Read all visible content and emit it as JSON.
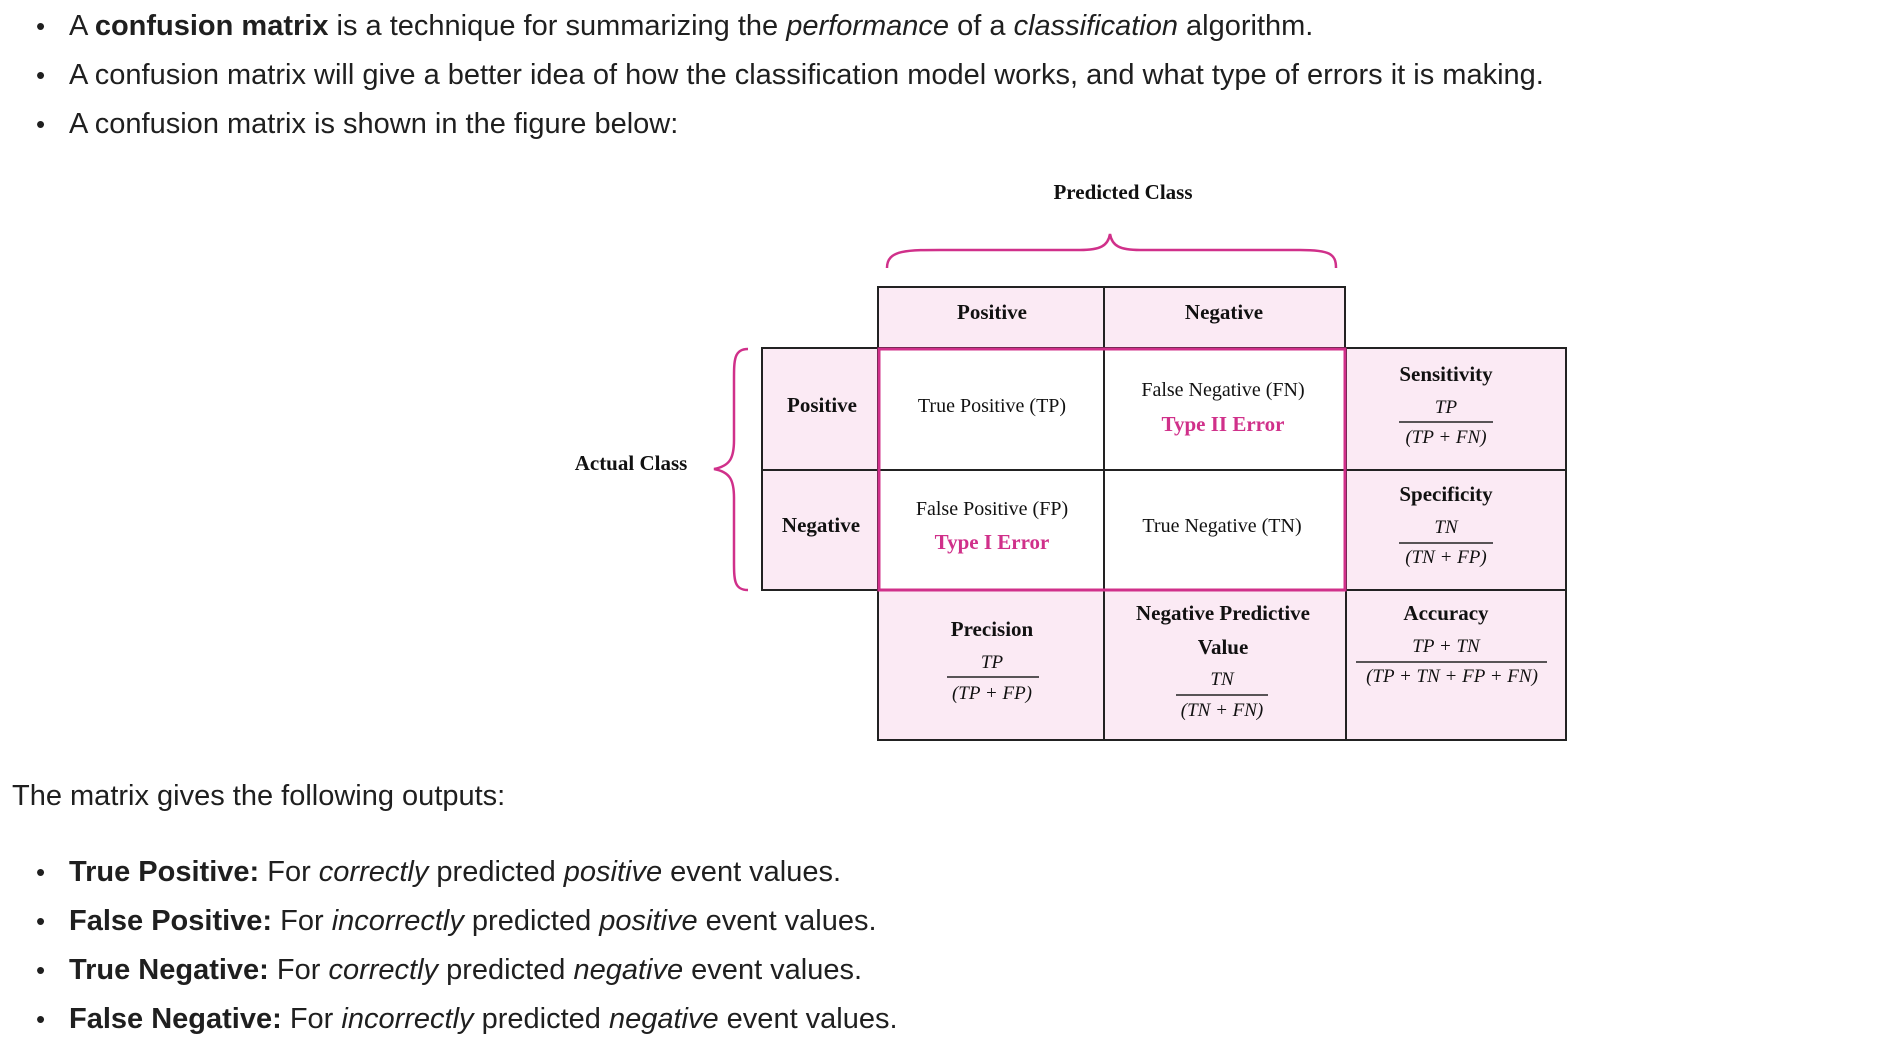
{
  "intro": {
    "item1": {
      "pre": "A ",
      "bold": "confusion matrix",
      "mid1": " is a technique for summarizing the ",
      "ital1": "performance",
      "mid2": " of a ",
      "ital2": "classification",
      "post": " algorithm."
    },
    "item2": "A confusion matrix will give a better idea of how the classification model works, and what type of errors it is making.",
    "item3": "A confusion matrix is shown in the figure below:"
  },
  "figure": {
    "predicted_class": "Predicted Class",
    "actual_class": "Actual Class",
    "col_positive": "Positive",
    "col_negative": "Negative",
    "row_positive": "Positive",
    "row_negative": "Negative",
    "tp": "True Positive (TP)",
    "fn": "False Negative (FN)",
    "fn_error": "Type II Error",
    "fp": "False Positive (FP)",
    "fp_error": "Type I Error",
    "tn": "True Negative (TN)",
    "sensitivity": {
      "label": "Sensitivity",
      "num": "TP",
      "den": "(TP + FN)"
    },
    "specificity": {
      "label": "Specificity",
      "num": "TN",
      "den": "(TN + FP)"
    },
    "precision": {
      "label": "Precision",
      "num": "TP",
      "den": "(TP + FP)"
    },
    "npv": {
      "label1": "Negative Predictive",
      "label2": "Value",
      "num": "TN",
      "den": "(TN + FN)"
    },
    "accuracy": {
      "label": "Accuracy",
      "num": "TP + TN",
      "den": "(TP + TN + FP + FN)"
    },
    "colors": {
      "accent": "#d0308a",
      "cell_fill": "#fbeaf4",
      "border": "#222222"
    }
  },
  "outputs_intro": "The matrix gives the following outputs:",
  "outputs": [
    {
      "term": "True Positive:",
      "pre": " For ",
      "adv": "correctly",
      "mid": " predicted ",
      "cls": "positive",
      "post": " event values."
    },
    {
      "term": "False Positive:",
      "pre": " For ",
      "adv": "incorrectly",
      "mid": " predicted ",
      "cls": "positive",
      "post": " event values."
    },
    {
      "term": "True Negative:",
      "pre": " For ",
      "adv": "correctly",
      "mid": " predicted ",
      "cls": "negative",
      "post": " event values."
    },
    {
      "term": "False Negative:",
      "pre": " For ",
      "adv": "incorrectly",
      "mid": " predicted ",
      "cls": "negative",
      "post": " event values."
    }
  ]
}
